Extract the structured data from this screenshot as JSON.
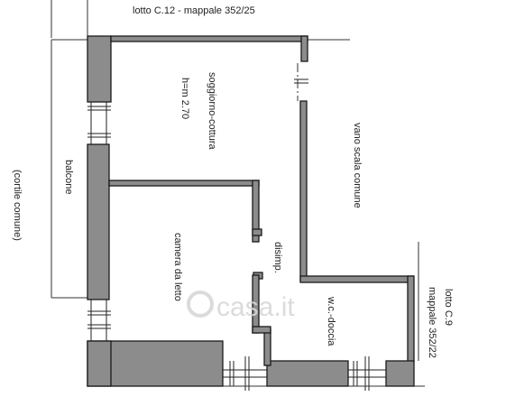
{
  "labels": {
    "lot_top": "lotto C.12 - mappale 352/25",
    "courtyard": "(cortile comune)",
    "balcony": "balcone",
    "living_room": "soggiorno-cottura",
    "living_height": "h=m 2.70",
    "stairwell": "vano scala comune",
    "bedroom": "camera da letto",
    "hallway": "disimp.",
    "bathroom": "w.c.-doccia",
    "lot_right_1": "lotto C.9",
    "lot_right_2": "mappale 352/22"
  },
  "watermark": "casa.it",
  "colors": {
    "wall_fill": "#8c8c8c",
    "wall_stroke": "#1a1a1a",
    "line": "#333333",
    "watermark": "#d8d8d8"
  }
}
